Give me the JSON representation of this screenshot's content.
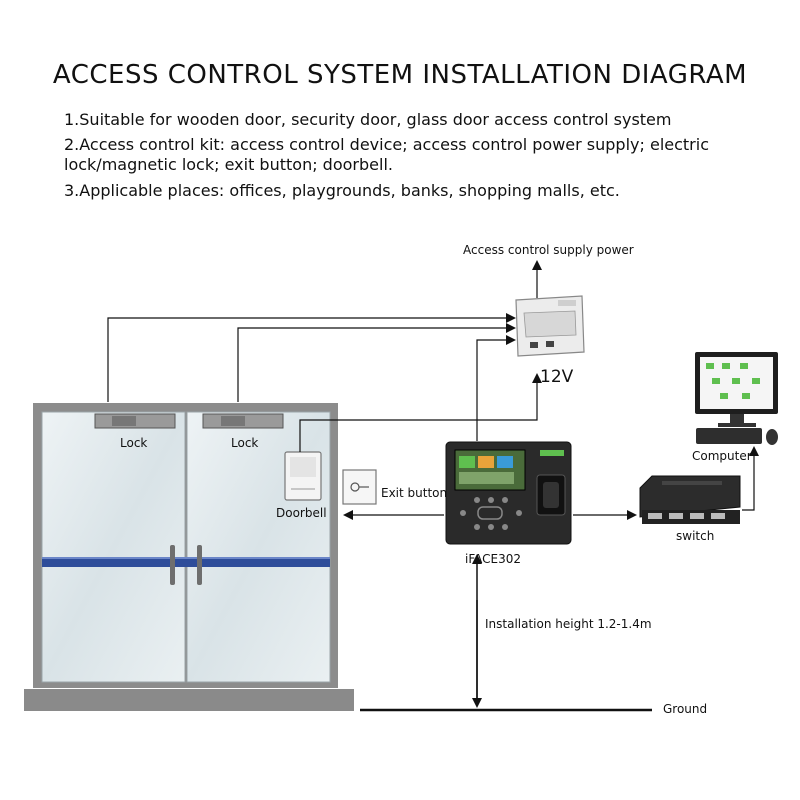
{
  "title": "ACCESS CONTROL SYSTEM INSTALLATION DIAGRAM",
  "description": [
    "1.Suitable for wooden door, security door, glass door access control system",
    "2.Access control kit: access control device; access control power supply; electric lock/magnetic lock; exit button; doorbell.",
    "3.Applicable places: offices, playgrounds, banks, shopping malls, etc."
  ],
  "labels": {
    "power_supply": "Access control supply power",
    "voltage": "12V",
    "lock_left": "Lock",
    "lock_right": "Lock",
    "doorbell": "Doorbell",
    "exit_button": "Exit button",
    "device": "iFACE302",
    "computer": "Computer",
    "switch": "switch",
    "installation_height": "Installation height 1.2-1.4m",
    "ground": "Ground"
  },
  "colors": {
    "line": "#111111",
    "door_frame": "#7d7d7d",
    "glass": "#dfe7ea",
    "door_bar": "#2e4d9a",
    "device_body": "#2a2a2a",
    "screen_green": "#5fbf4f"
  },
  "icons": [
    "power-supply-icon",
    "lock-icon",
    "doorbell-icon",
    "exit-button-icon",
    "face-terminal-icon",
    "network-switch-icon",
    "computer-icon"
  ]
}
